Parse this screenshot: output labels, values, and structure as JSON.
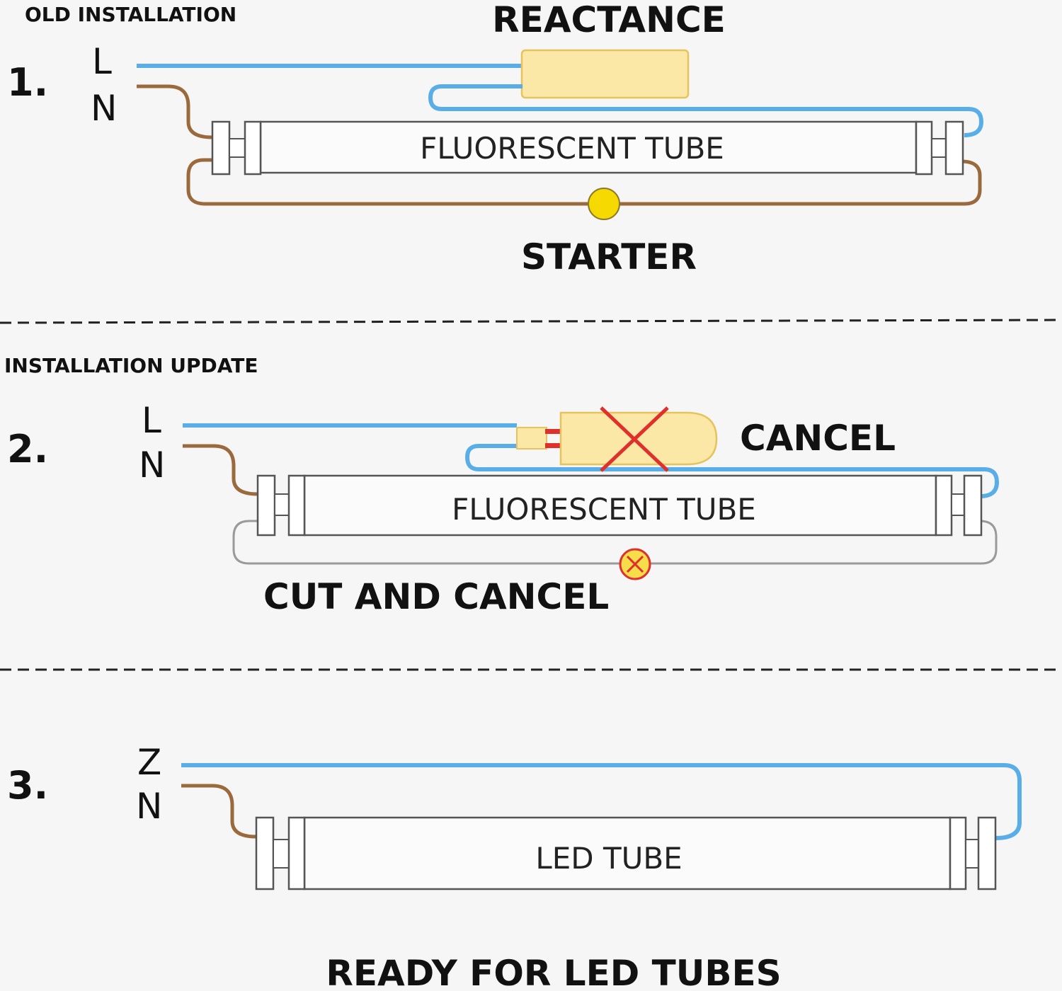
{
  "sections": {
    "old": {
      "heading": "OLD INSTALLATION",
      "step": "1.",
      "l_label": "L",
      "n_label": "N",
      "reactance_label": "REACTANCE",
      "tube_label": "FLUORESCENT TUBE",
      "starter_label": "STARTER"
    },
    "update": {
      "heading": "INSTALLATION UPDATE",
      "step": "2.",
      "l_label": "L",
      "n_label": "N",
      "cancel_label": "CANCEL",
      "tube_label": "FLUORESCENT TUBE",
      "cut_label": "CUT AND CANCEL"
    },
    "ready": {
      "step": "3.",
      "l_label": "Z",
      "n_label": "N",
      "tube_label": "LED TUBE",
      "footer": "READY FOR LED TUBES"
    }
  },
  "colors": {
    "live_wire": "#5aaee8",
    "neutral_wire": "#9b6a3c",
    "cut_wire": "#9a9a9a",
    "reactance_fill": "#fbe8a6",
    "reactance_stroke": "#e6c35c",
    "starter_fill": "#f6d900",
    "cancel_mark": "#e0302c"
  }
}
